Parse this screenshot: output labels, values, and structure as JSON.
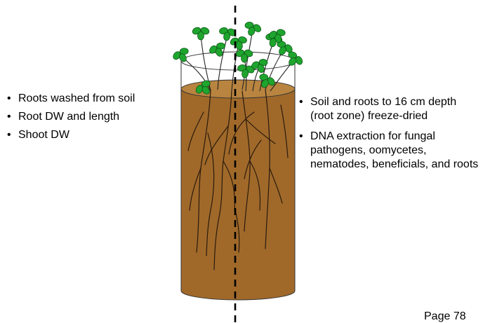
{
  "left_notes": {
    "items": [
      "Roots washed from soil",
      "Root DW and length",
      "Shoot DW"
    ]
  },
  "right_notes": {
    "items": [
      "Soil and roots to 16 cm depth (root zone) freeze-dried",
      "DNA extraction for fungal pathogens, oomycetes, nematodes, beneficials, and roots"
    ]
  },
  "footer": {
    "page_label": "Page 78"
  },
  "colors": {
    "soil_body": "#a0692a",
    "soil_top": "#b8843f",
    "leaf": "#1fa52e",
    "root": "#2a1a0c",
    "cylinder_outline": "#333333"
  }
}
